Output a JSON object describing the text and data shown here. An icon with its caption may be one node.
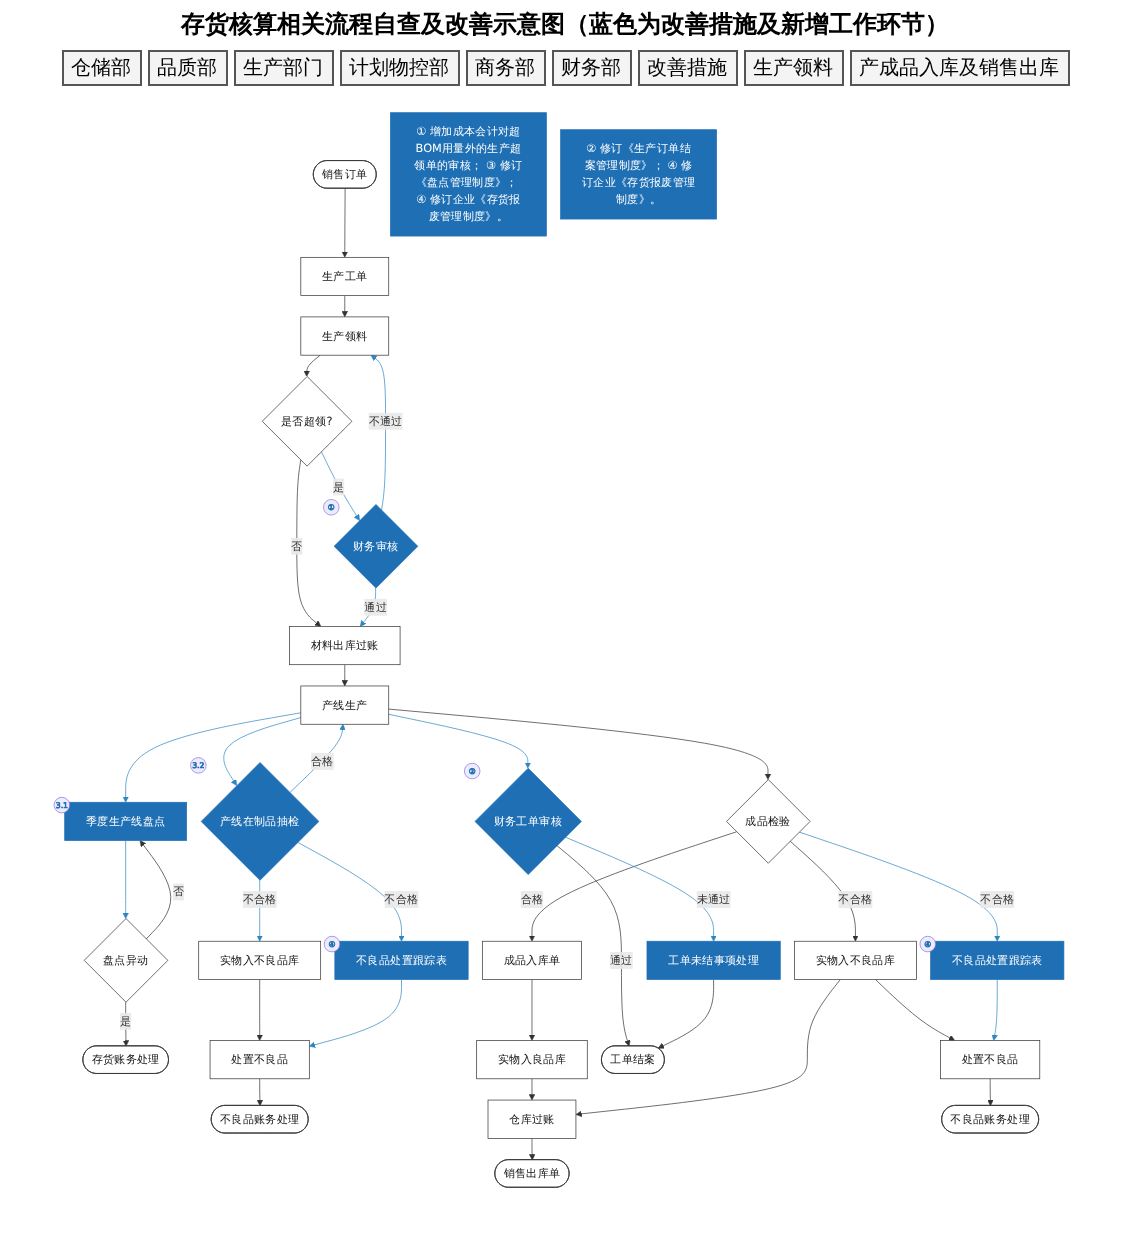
{
  "diagram": {
    "title": "存货核算相关流程自查及改善示意图（蓝色为改善措施及新增工作环节）",
    "nodes": [
      {
        "text": [
          "生产工单"
        ]
      },
      {
        "text": [
          "销售订单"
        ]
      },
      {
        "text": [
          "生产领料"
        ]
      },
      {
        "text": [
          "是否超领?"
        ]
      },
      {
        "text": [
          "财务审核"
        ],
        "beside": [
          "①"
        ]
      },
      {
        "text": [
          "材料出库过账"
        ]
      },
      {
        "text": [
          "产线生产"
        ]
      },
      {
        "text": [
          "季度生产线盘点"
        ],
        "beside": [
          "3.1"
        ]
      },
      {
        "text": [
          "产线在制品抽检"
        ],
        "beside": [
          "3.2"
        ]
      },
      {
        "text": [
          "盘点异动"
        ]
      },
      {
        "text": [
          "实物入不良品库"
        ]
      },
      {
        "text": [
          "存货账务处理"
        ]
      },
      {
        "text": [
          "不良品处置跟踪表"
        ],
        "beside": [
          "④"
        ]
      },
      {
        "text": [
          "处置不良品"
        ]
      },
      {
        "text": [
          "不良品账务处理"
        ]
      },
      {
        "text": [
          "成品入库单"
        ]
      },
      {
        "text": [
          "成品检验"
        ]
      },
      {
        "text": [
          "财务工单审核"
        ],
        "beside": [
          "②"
        ]
      },
      {
        "text": [
          "实物入良品库"
        ]
      },
      {
        "text": [
          "工单未结事项处理"
        ]
      },
      {
        "text": [
          "仓库过账"
        ]
      },
      {
        "text": [
          "实物入不良品库"
        ]
      },
      {
        "text": [
          "工单结案"
        ]
      },
      {
        "text": [
          "不良品处置跟踪表"
        ],
        "beside": [
          "④"
        ]
      },
      {
        "text": [
          "处置不良品"
        ]
      },
      {
        "text": [
          "不良品账务处理"
        ]
      },
      {
        "text": [
          "销售出库单"
        ]
      },
      {
        "text": [
          "① 增加成本会计对超BOM用量外的生产超领单的审核； ③ 修订《盘点管理制度》； ④ 修订企业《存货报废管理制度》。"
        ]
      },
      {
        "text": [
          "② 修订《生产订单结案管理制度》； ④ 修订企业《存货报废管理制度》。"
        ]
      }
    ],
    "edges": [
      {
        "from": 1,
        "to": 0,
        "arrow": "to"
      },
      {
        "from": 0,
        "to": 2,
        "arrow": "to"
      },
      {
        "from": 2,
        "to": 3,
        "arrow": "to"
      },
      {
        "from": 3,
        "to": 5,
        "arrow": "to",
        "label": "否"
      },
      {
        "from": 3,
        "to": 4,
        "arrow": "to",
        "label": "是",
        "color": "#2e86c1"
      },
      {
        "from": 4,
        "to": 2,
        "arrow": "to",
        "label": "不通过",
        "color": "#2e86c1"
      },
      {
        "from": 4,
        "to": 5,
        "arrow": "to",
        "label": "通过",
        "color": "#2e86c1"
      },
      {
        "from": 5,
        "to": 6,
        "arrow": "to"
      },
      {
        "from": 6,
        "to": 7,
        "arrow": "to",
        "color": "#2e86c1"
      },
      {
        "from": 7,
        "to": 9,
        "arrow": "to",
        "color": "#2e86c1"
      },
      {
        "from": 9,
        "to": 7,
        "arrow": "to",
        "label": "否"
      },
      {
        "from": 9,
        "to": 11,
        "arrow": "to",
        "label": "是"
      },
      {
        "from": 6,
        "to": 8,
        "arrow": "to",
        "color": "#2e86c1"
      },
      {
        "from": 8,
        "to": 6,
        "arrow": "to",
        "label": "合格",
        "color": "#2e86c1"
      },
      {
        "from": 8,
        "to": 10,
        "arrow": "to",
        "label": "不合格",
        "color": "#2e86c1"
      },
      {
        "from": 8,
        "to": 12,
        "arrow": "to",
        "label": "不合格",
        "color": "#2e86c1"
      },
      {
        "from": 10,
        "to": 13,
        "arrow": "to"
      },
      {
        "from": 12,
        "to": 13,
        "arrow": "to",
        "color": "#2e86c1"
      },
      {
        "from": 13,
        "to": 14,
        "arrow": "to"
      },
      {
        "from": 6,
        "to": 16,
        "arrow": "to"
      },
      {
        "from": 6,
        "to": 17,
        "arrow": "to",
        "color": "#2e86c1"
      },
      {
        "from": 16,
        "to": 15,
        "arrow": "to",
        "label": "合格"
      },
      {
        "from": 16,
        "to": 21,
        "arrow": "to",
        "label": "不合格"
      },
      {
        "from": 16,
        "to": 23,
        "arrow": "to",
        "label": "不合格",
        "color": "#2e86c1"
      },
      {
        "from": 15,
        "to": 18,
        "arrow": "to"
      },
      {
        "from": 18,
        "to": 20,
        "arrow": "to"
      },
      {
        "from": 21,
        "to": 20,
        "arrow": "to"
      },
      {
        "from": 21,
        "to": 24,
        "arrow": "to"
      },
      {
        "from": 17,
        "to": 19,
        "arrow": "to",
        "label": "未通过",
        "color": "#2e86c1"
      },
      {
        "from": 17,
        "to": 22,
        "arrow": "to",
        "label": "通过"
      },
      {
        "from": 19,
        "to": 22,
        "arrow": "to"
      },
      {
        "from": 23,
        "to": 24,
        "arrow": "to",
        "color": "#2e86c1"
      },
      {
        "from": 24,
        "to": 25,
        "arrow": "to"
      },
      {
        "from": 20,
        "to": 26,
        "arrow": "to"
      }
    ],
    "labels": [
      "仓储部",
      "品质部",
      "生产部门",
      "计划物控部",
      "商务部",
      "财务部",
      "改善措施",
      "生产领料",
      "产成品入库及销售出库"
    ]
  }
}
